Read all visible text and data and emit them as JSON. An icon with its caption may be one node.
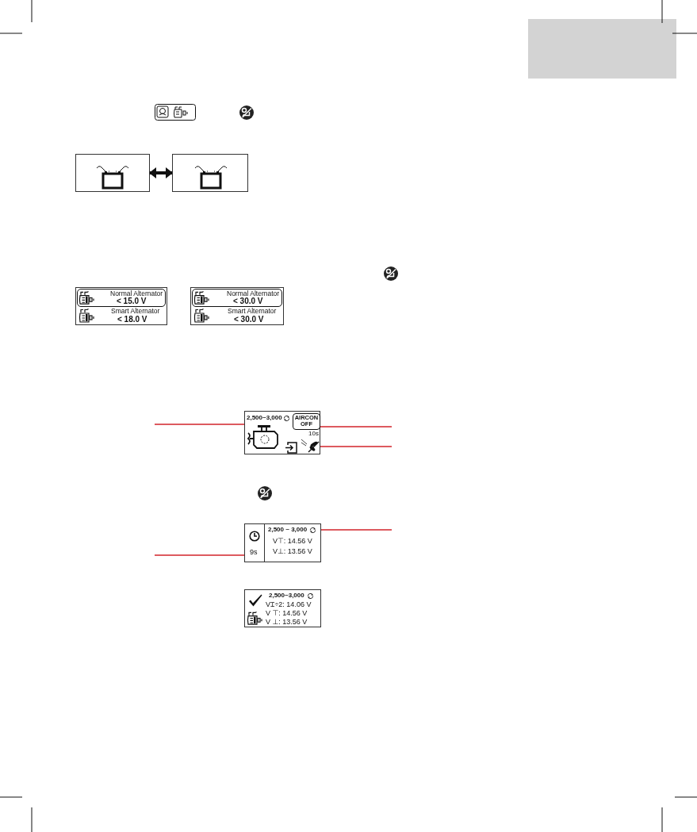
{
  "diagram": {
    "nodes": [
      {
        "text": [],
        "shape": "box"
      },
      {
        "text": [],
        "shape": "picture"
      },
      {
        "text": [],
        "shape": "picture"
      },
      {
        "text": [
          "Smart Alternator",
          "< 18.0 V"
        ]
      },
      {
        "text": [
          "Normal Alternator",
          "< 15.0 V"
        ],
        "in": 3
      },
      {
        "text": [
          "Smart Alternator",
          "< 30.0 V"
        ]
      },
      {
        "text": [
          "Normal Alternator",
          "< 30.0 V"
        ],
        "in": 5
      },
      {
        "text": [
          "2,500~3,000"
        ]
      },
      {
        "text": [
          "AIRCON OFF"
        ],
        "in": 7
      },
      {
        "text": [],
        "shape": "picture",
        "in": 7
      },
      {
        "text": [],
        "shape": "box"
      },
      {
        "text": [
          "9s"
        ],
        "in": 10
      },
      {
        "text": [
          "2,500 ~ 3,000",
          "V⊤: 14.56 V",
          "V⊥: 13.56 V"
        ],
        "in": 10
      },
      {
        "text": [
          "2,500~3,000",
          "V⌶÷2: 14.06 V",
          "V ⊤: 14.56 V",
          "V ⊥: 13.56 V"
        ]
      }
    ],
    "edges": [
      {
        "from": 1,
        "to": 2,
        "arrow": "both",
        "style": "thick",
        "color": "#111111"
      },
      {
        "from": null,
        "to": 7,
        "arrow": "none"
      },
      {
        "from": null,
        "to": 8,
        "arrow": "none"
      },
      {
        "from": null,
        "to": 9,
        "arrow": "none"
      },
      {
        "from": null,
        "to": 12,
        "arrow": "none"
      },
      {
        "from": null,
        "to": 11,
        "arrow": "none"
      }
    ],
    "labels": [
      "10s"
    ]
  }
}
